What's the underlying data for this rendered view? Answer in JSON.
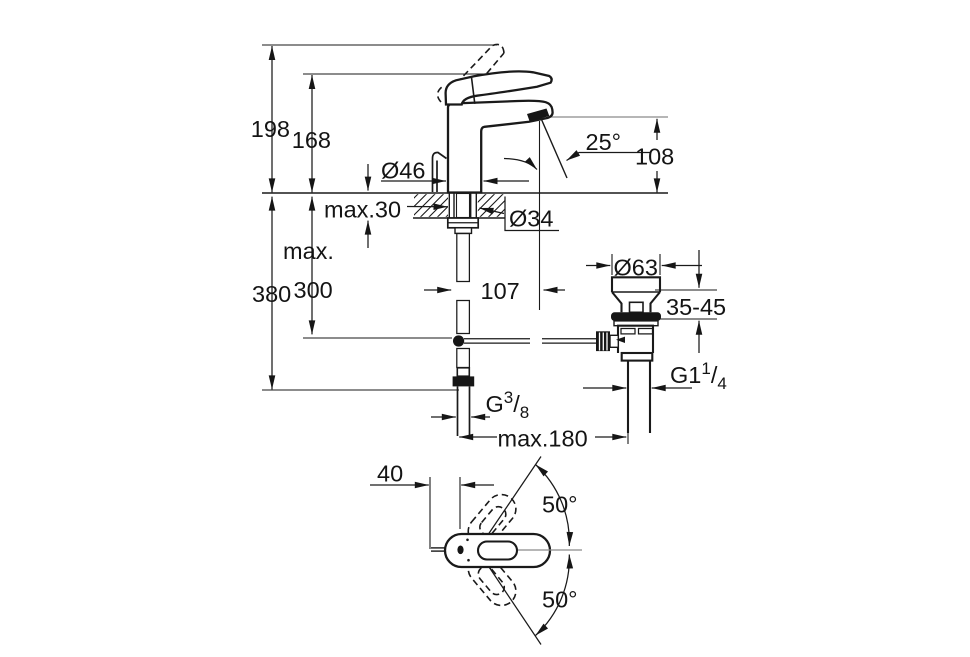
{
  "drawing": {
    "side_view": {
      "height_handle_raised": "198",
      "height_handle": "168",
      "base_diameter": "Ø46",
      "stream_angle": "25°",
      "spout_height": "108",
      "deck_thickness": "max.30",
      "hole_diameter": "Ø34",
      "rod_depth_prefix": "max.",
      "rod_depth_value": "300",
      "hose_depth": "380",
      "spout_reach": "107"
    },
    "waste_set": {
      "flange_diameter": "Ø63",
      "deck_range": "35-45",
      "outlet_thread_base": "G1",
      "outlet_thread_num": "1",
      "outlet_thread_slash": "/",
      "outlet_thread_den": "4",
      "supply_thread_base": "G",
      "supply_thread_num": "3",
      "supply_thread_slash": "/",
      "supply_thread_den": "8",
      "max_distance": "max.180"
    },
    "top_view": {
      "handle_offset": "40",
      "swing_up": "50°",
      "swing_down": "50°"
    }
  }
}
